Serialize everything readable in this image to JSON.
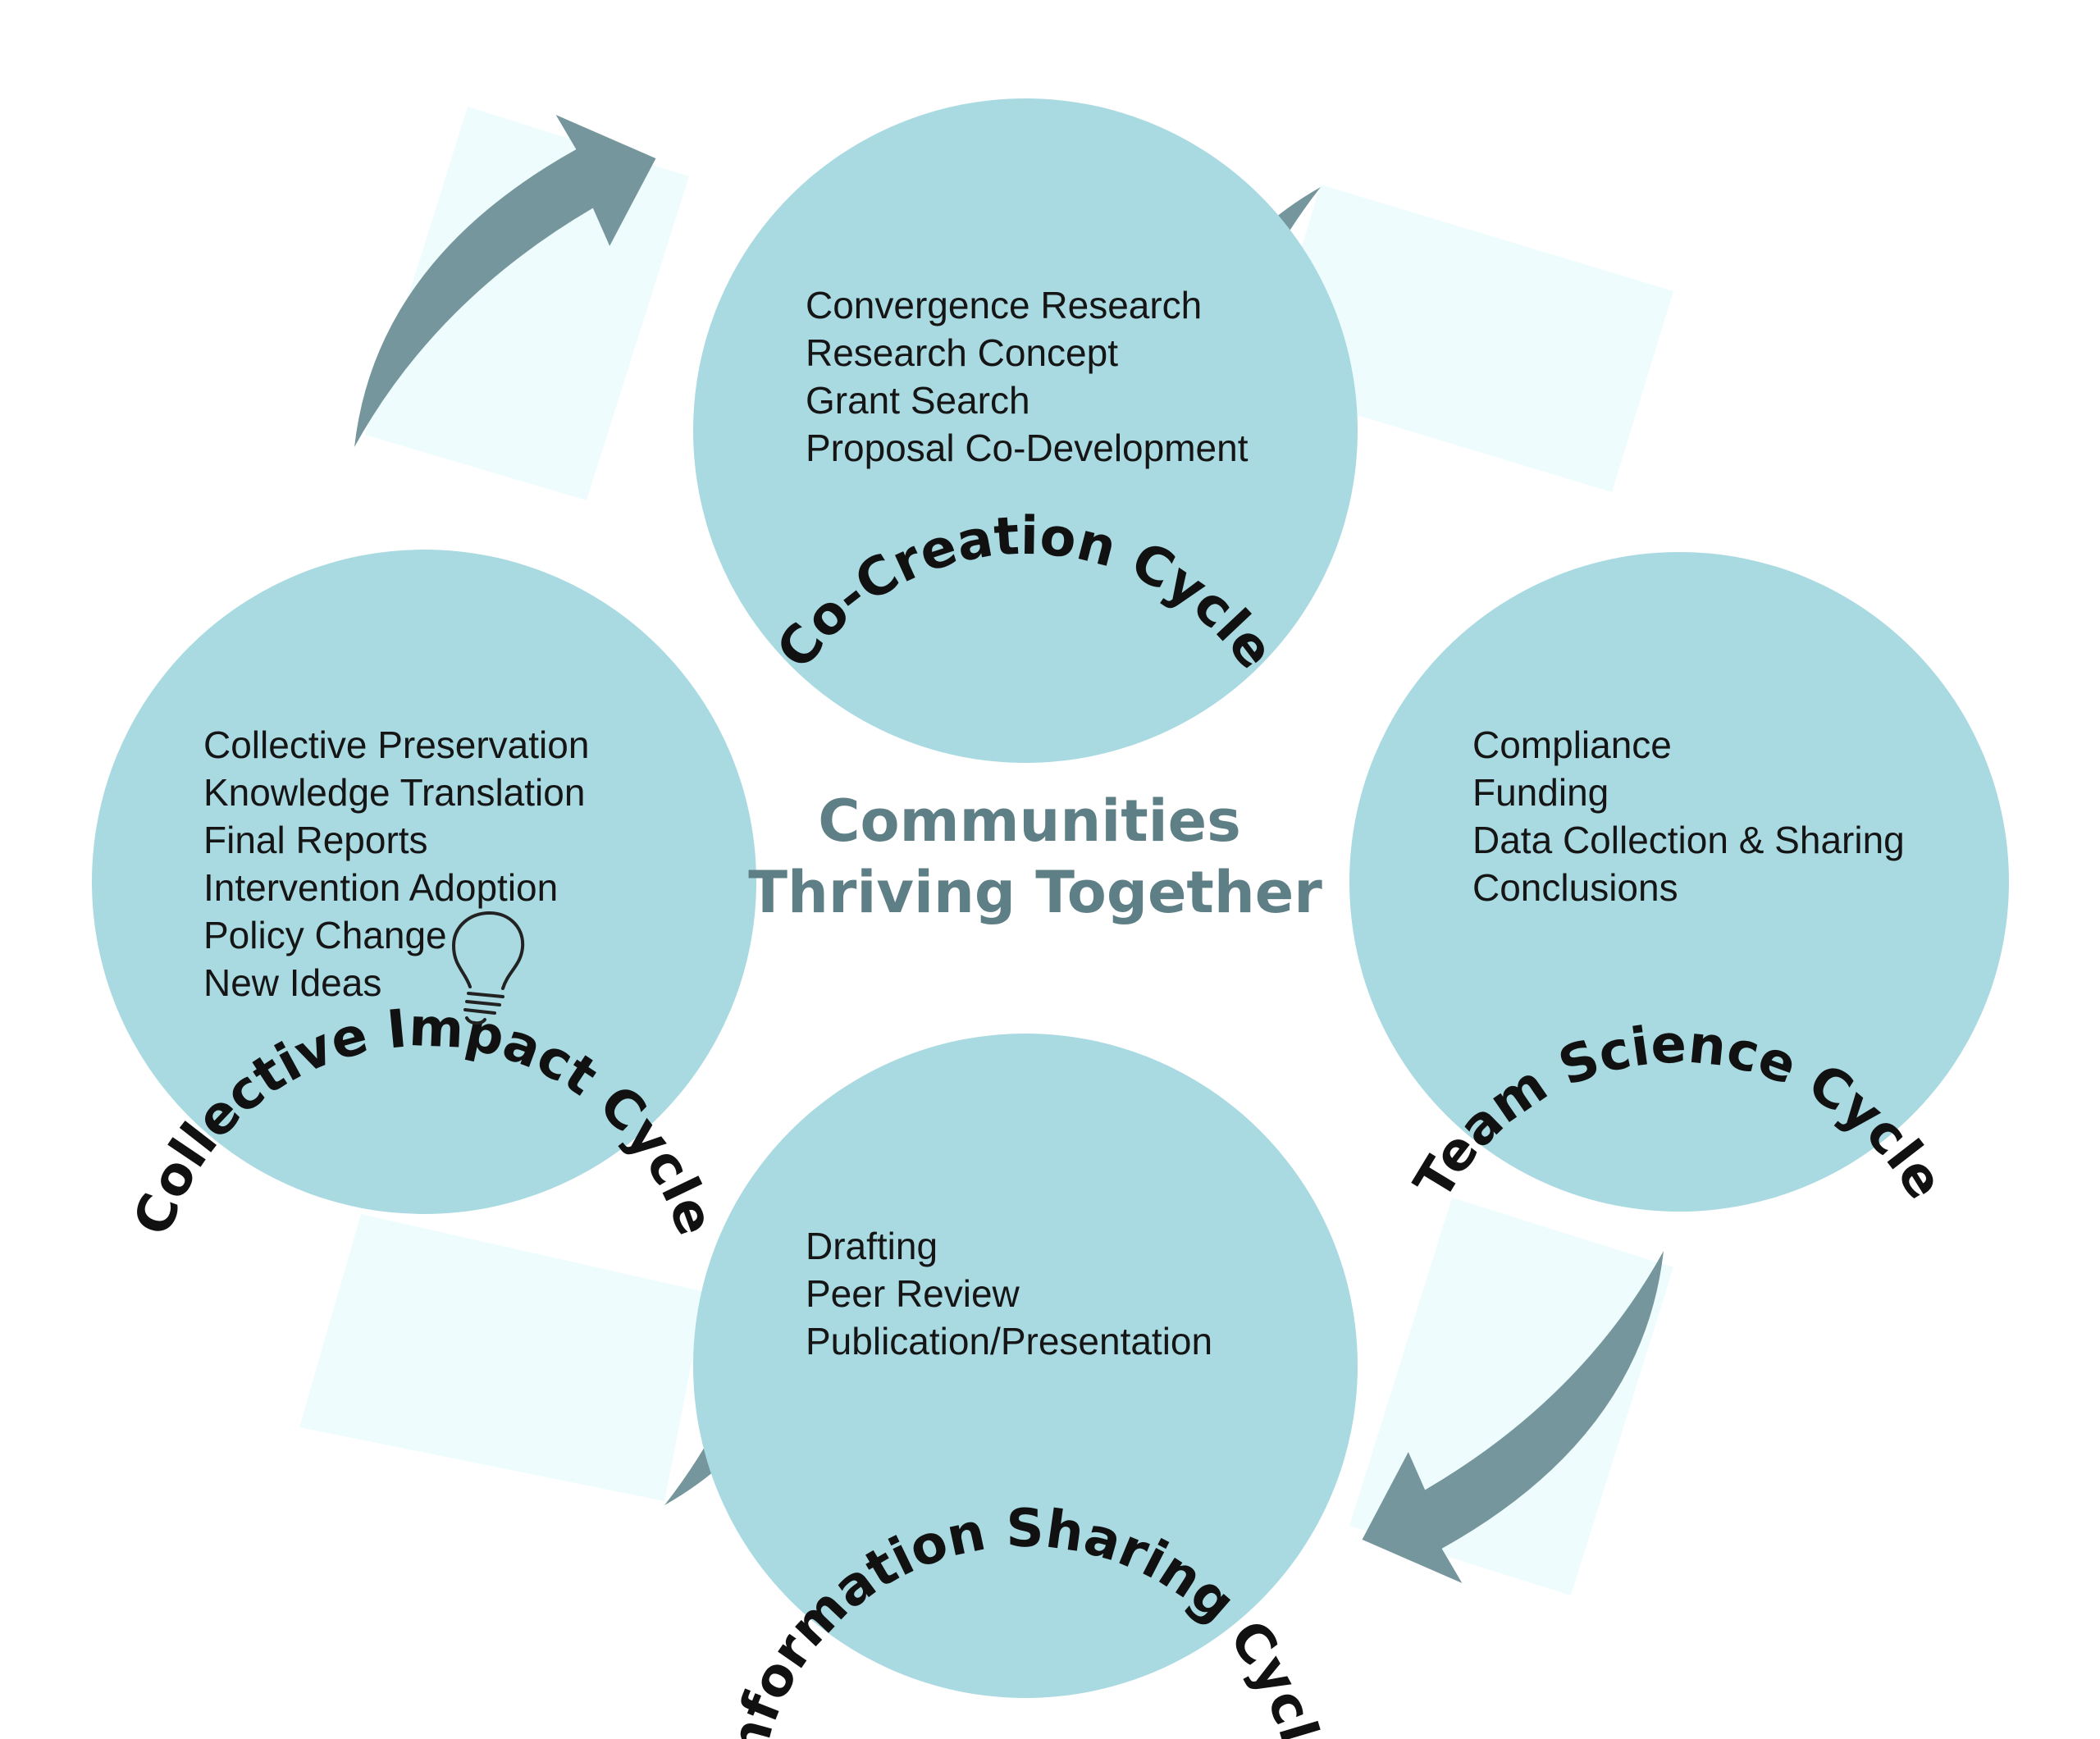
{
  "center": {
    "line1": "Communities",
    "line2": "Thriving Together"
  },
  "cycles": {
    "co_creation": {
      "title": "Co-Creation Cycle",
      "items": [
        "Convergence Research",
        "Research Concept",
        "Grant Search",
        "Proposal Co-Development"
      ]
    },
    "team_science": {
      "title": "Team Science Cycle",
      "items": [
        "Compliance",
        "Funding",
        "Data Collection & Sharing",
        "Conclusions"
      ]
    },
    "information_sharing": {
      "title": "Information Sharing Cycle",
      "items": [
        "Drafting",
        "Peer Review",
        "Publication/Presentation"
      ]
    },
    "collective_impact": {
      "title": "Collective Impact Cycle",
      "items": [
        "Collective Preservation",
        "Knowledge Translation",
        "Final Reports",
        "Intervention Adoption",
        "Policy Change",
        "New Ideas"
      ]
    }
  },
  "icons": {
    "lightbulb": "lightbulb-icon",
    "arrow": "curved-arrow-icon"
  },
  "colors": {
    "circle": "#a9dae1",
    "arrow": "#75969c",
    "arrow_background": "#eefcfd",
    "center_text": "#5e7f86",
    "title_text": "#111111",
    "item_text": "#151515"
  }
}
